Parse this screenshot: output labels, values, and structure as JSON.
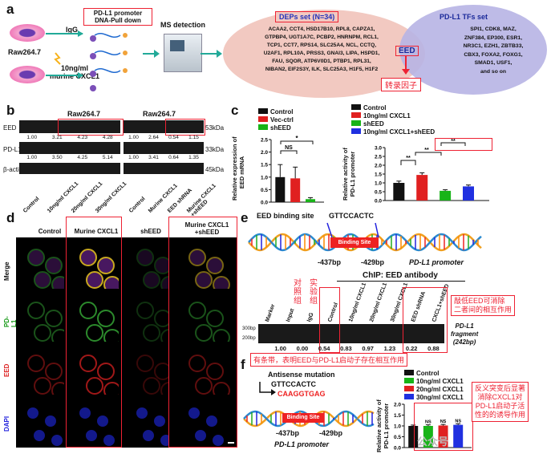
{
  "panels": {
    "a": "a",
    "b": "b",
    "c": "c",
    "d": "d",
    "e": "e",
    "f": "f"
  },
  "a": {
    "cell_label": "Raw264.7",
    "igg": "IgG",
    "cxcl1": "10ng/ml\nmurine CXCL1",
    "promoter_title": "PD-L1 promoter\nDNA-Pull down",
    "ms": "MS detection",
    "deps_title": "DEPs set (N=34)",
    "deps_list": "ACAA2, CCT4, HSD17B10, RPL8, CAPZA1,\nGTPBP4, UGT1A7C, PCBP2, HNRNPM, RCL1,\nTCP1, CCT7, RPS14, SLC25A4, NCL, CCTQ,\nU2AF1, RPL10A, PRSS3, GNAI3, LIPA, HSPD1,\nFAU, SQOR, ATP6V0D1, PTBP1, RPL31,\nNIBAN2, EIF2S3Y, ILK, SLC25A3, H1F5, H1F2",
    "tfs_title": "PD-L1 TFs set",
    "tfs_list": "SPI1, CDK8, MAZ,\nZNF384, EP300, ESR1,\nNR3C1, EZH1, ZBTB33,\nCBX3, FOXA2, FOXG1,\nSMAD1, USF1,\nand so on",
    "eed": "EED",
    "tf_cn": "转录因子"
  },
  "b": {
    "left_title": "Raw264.7",
    "right_title": "Raw264.7",
    "rows": [
      "EED",
      "PD-L1",
      "β-actin"
    ],
    "kda": [
      "53kDa",
      "33kDa",
      "45kDa"
    ],
    "left_eed": [
      "1.00",
      "3.21",
      "4.23",
      "4.28"
    ],
    "left_pdl1": [
      "1.00",
      "3.50",
      "4.25",
      "5.14"
    ],
    "right_eed": [
      "1.00",
      "2.64",
      "0.54",
      "1.15"
    ],
    "right_pdl1": [
      "1.00",
      "3.41",
      "0.64",
      "1.35"
    ],
    "left_lanes": [
      "Control",
      "10ng/ml CXCL1",
      "20ng/ml CXCL1",
      "30ng/ml CXCL1"
    ],
    "right_lanes": [
      "Control",
      "Murine CXCL1",
      "EED shRNA",
      "Murine CXCL1\n+shEED"
    ]
  },
  "c1": {
    "legend": [
      "Control",
      "Vec-ctrl",
      "shEED"
    ],
    "ylabel": "Relative expression of\nEED mRNA",
    "ns": "NS",
    "star": "*"
  },
  "c2": {
    "legend": [
      "Control",
      "10ng/ml CXCL1",
      "shEED",
      "10ng/ml CXCL1+shEED"
    ],
    "ylabel": "Relative activity of\nPD-L1 promoter",
    "s1": "**",
    "s2": "**",
    "s3": "**"
  },
  "chart_data": [
    {
      "type": "bar",
      "categories": [
        "Control",
        "Vec-ctrl",
        "shEED"
      ],
      "values": [
        1.0,
        0.95,
        0.12
      ],
      "errors": [
        0.5,
        0.45,
        0.06
      ],
      "ylim": [
        0,
        2.5
      ],
      "ylabel": "Relative expression of EED mRNA",
      "colors": [
        "#111111",
        "#e02020",
        "#18b418"
      ]
    },
    {
      "type": "bar",
      "categories": [
        "Control",
        "10ng/ml CXCL1",
        "shEED",
        "10ng/ml CXCL1+shEED"
      ],
      "values": [
        1.0,
        1.45,
        0.55,
        0.8
      ],
      "errors": [
        0.1,
        0.12,
        0.06,
        0.08
      ],
      "ylim": [
        0,
        3
      ],
      "ylabel": "Relative activity of PD-L1 promoter",
      "colors": [
        "#111111",
        "#e02020",
        "#18b418",
        "#2030e0"
      ]
    },
    {
      "type": "bar",
      "categories": [
        "Control",
        "10ng/ml CXCL1",
        "20ng/ml CXCL1",
        "30ng/ml CXCL1"
      ],
      "values": [
        1.0,
        1.0,
        1.02,
        1.05
      ],
      "errors": [
        0.04,
        0.05,
        0.05,
        0.05
      ],
      "ylim": [
        0,
        2.0
      ],
      "ylabel": "Relative activity of PD-L1 promoter",
      "colors": [
        "#111111",
        "#18b418",
        "#e02020",
        "#2030e0"
      ]
    }
  ],
  "d": {
    "cols": [
      "Control",
      "Murine CXCL1",
      "shEED",
      "Murine CXCL1\n+shEED"
    ],
    "rows": [
      "Merge",
      "PD-L1",
      "EED",
      "DAPI"
    ]
  },
  "e": {
    "eed_site": "EED binding site",
    "seq": "GTTCCACTC",
    "binding": "Binding Site",
    "bp1": "-437bp",
    "bp2": "-429bp",
    "promoter": "PD-L1 promoter",
    "chip": "ChIP: EED antibody",
    "lanes": [
      "Marker",
      "Input",
      "IgG",
      "Control",
      "10ng/ml CXCL1",
      "20ng/ml CXCL1",
      "30ng/ml CXCL1",
      "EED shRNA",
      "CXCL1+shEED"
    ],
    "vals": [
      "1.00",
      "0.00",
      "0.54",
      "0.83",
      "0.97",
      "1.23",
      "0.22",
      "0.88"
    ],
    "marker1": "300bp",
    "marker2": "200bp",
    "frag": "PD-L1\nfragment\n(242bp)",
    "cn_ctrl": "对\n照\n组",
    "cn_exp": "实\n验\n组",
    "cn_note": "敲低EED可消除\n二者间的相互作用",
    "cn_band": "有条带，表明EED与PD-L1启动子存在相互作用"
  },
  "f": {
    "title": "Antisense mutation",
    "seq1": "GTTCCACTC",
    "seq2": "CAAGGTGAG",
    "binding": "Binding Site",
    "bp1": "-437bp",
    "bp2": "-429bp",
    "promoter": "PD-L1 promoter",
    "legend": [
      "Control",
      "10ng/ml CXCL1",
      "20ng/ml CXCL1",
      "30ng/ml CXCL1"
    ],
    "ylabel": "Relative activity of\nPD-L1 promoter",
    "ns": "NS",
    "cn_note": "反义突变后显著\n消除CXCL1对\nPD-L1启动子活\n性的的诱导作用",
    "watermark": "公众号"
  }
}
